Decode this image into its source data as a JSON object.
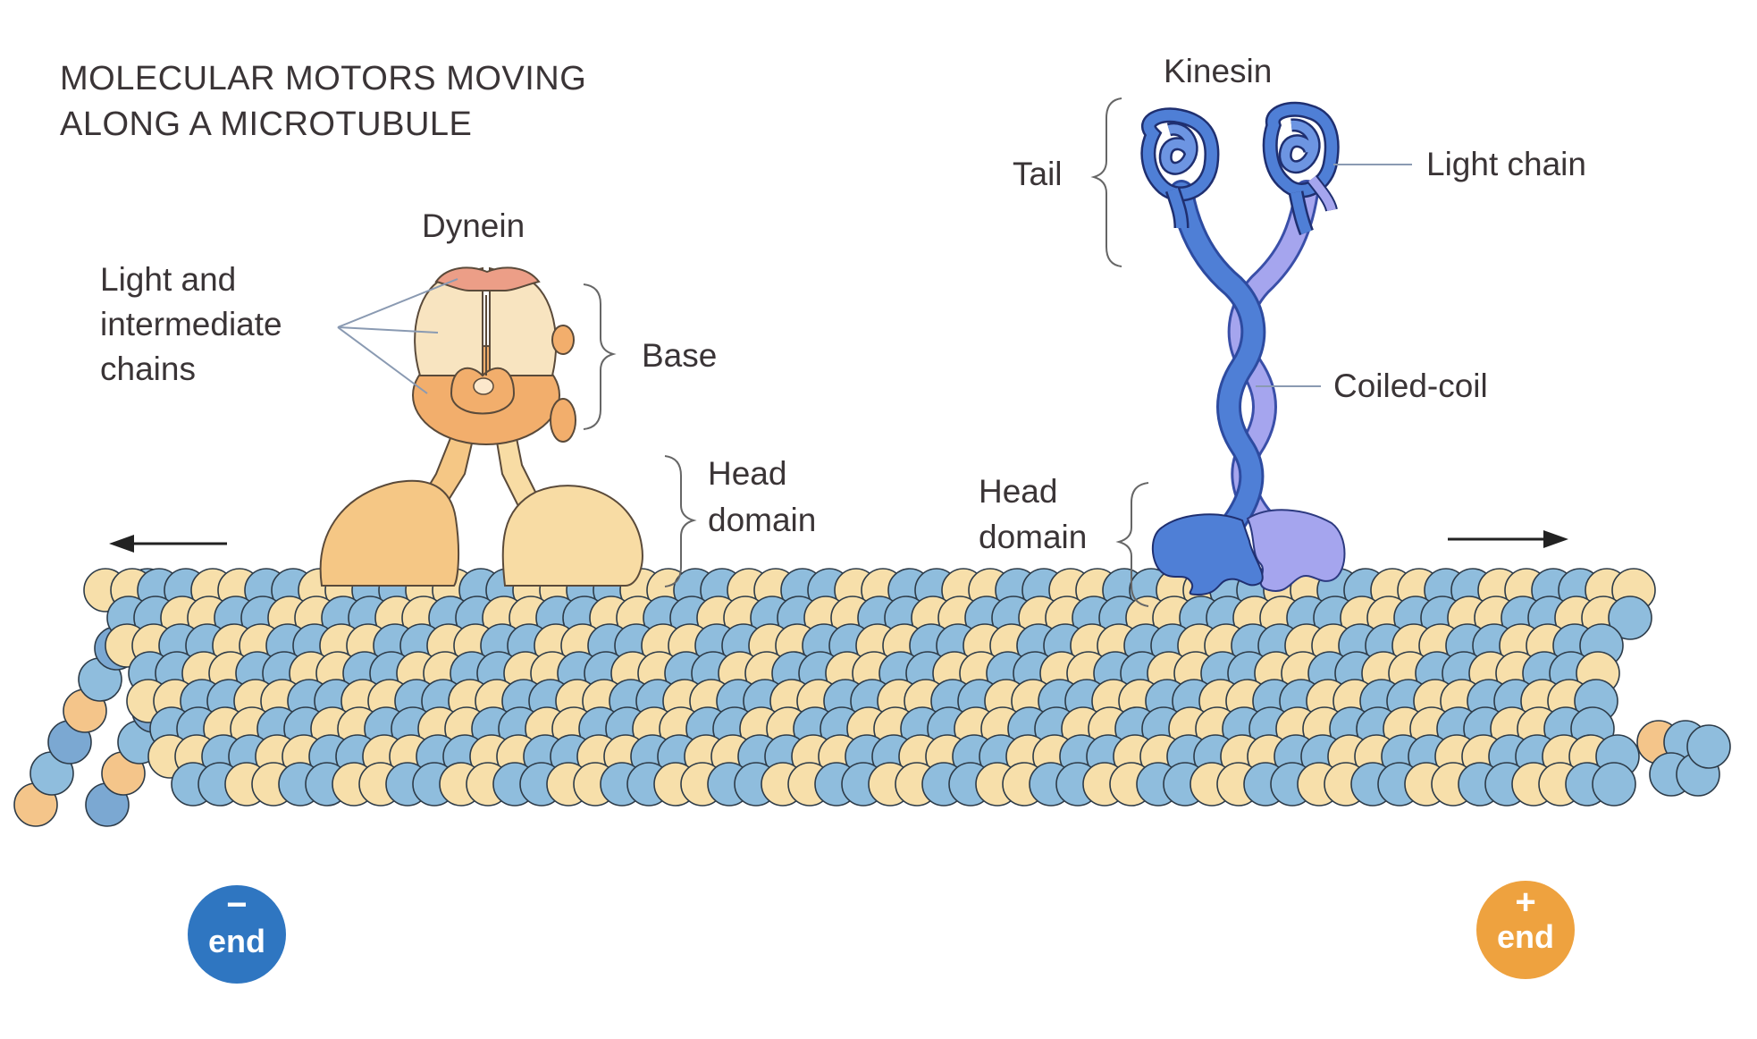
{
  "figure": {
    "title_line1": "MOLECULAR MOTORS MOVING",
    "title_line2": "ALONG A MICROTUBULE"
  },
  "dynein": {
    "name": "Dynein",
    "chains_label_line1": "Light and",
    "chains_label_line2": "intermediate",
    "chains_label_line3": "chains",
    "base_label": "Base",
    "head_label_line1": "Head",
    "head_label_line2": "domain"
  },
  "kinesin": {
    "name": "Kinesin",
    "tail_label": "Tail",
    "light_chain_label": "Light chain",
    "coiled_coil_label": "Coiled-coil",
    "head_label_line1": "Head",
    "head_label_line2": "domain"
  },
  "ends": {
    "minus_symbol": "−",
    "minus_text": "end",
    "plus_symbol": "+",
    "plus_text": "end"
  },
  "colors": {
    "tubulin_tan": "#f7dfaa",
    "tubulin_blue": "#8fbddd",
    "dynein": "#f5c785",
    "dynein_base": "#f2ae6c",
    "kinesin_blue": "#4f7fd6",
    "kinesin_lavender": "#a5a5ee",
    "minus_end": "#2f76c1",
    "plus_end": "#eea23f"
  }
}
